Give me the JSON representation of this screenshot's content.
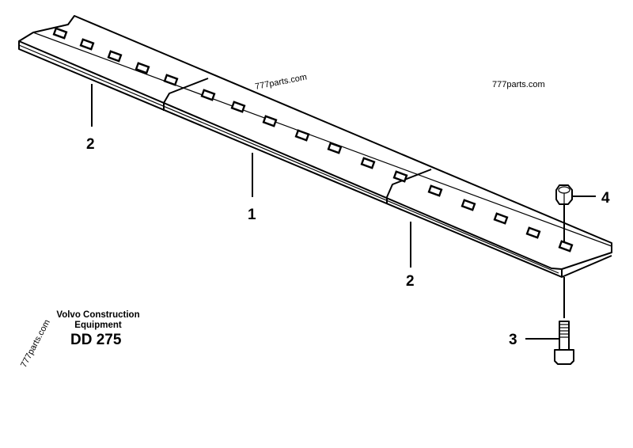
{
  "watermarks": {
    "top_center": "777parts.com",
    "top_right": "777parts.com",
    "left_rotated": "777parts.com"
  },
  "title_block": {
    "line1": "Volvo Construction",
    "line2": "Equipment",
    "model": "DD 275"
  },
  "callouts": [
    {
      "id": "left-segment",
      "label": "2"
    },
    {
      "id": "center-segment",
      "label": "1"
    },
    {
      "id": "right-segment",
      "label": "2"
    },
    {
      "id": "bolt",
      "label": "3"
    },
    {
      "id": "nut",
      "label": "4"
    }
  ]
}
